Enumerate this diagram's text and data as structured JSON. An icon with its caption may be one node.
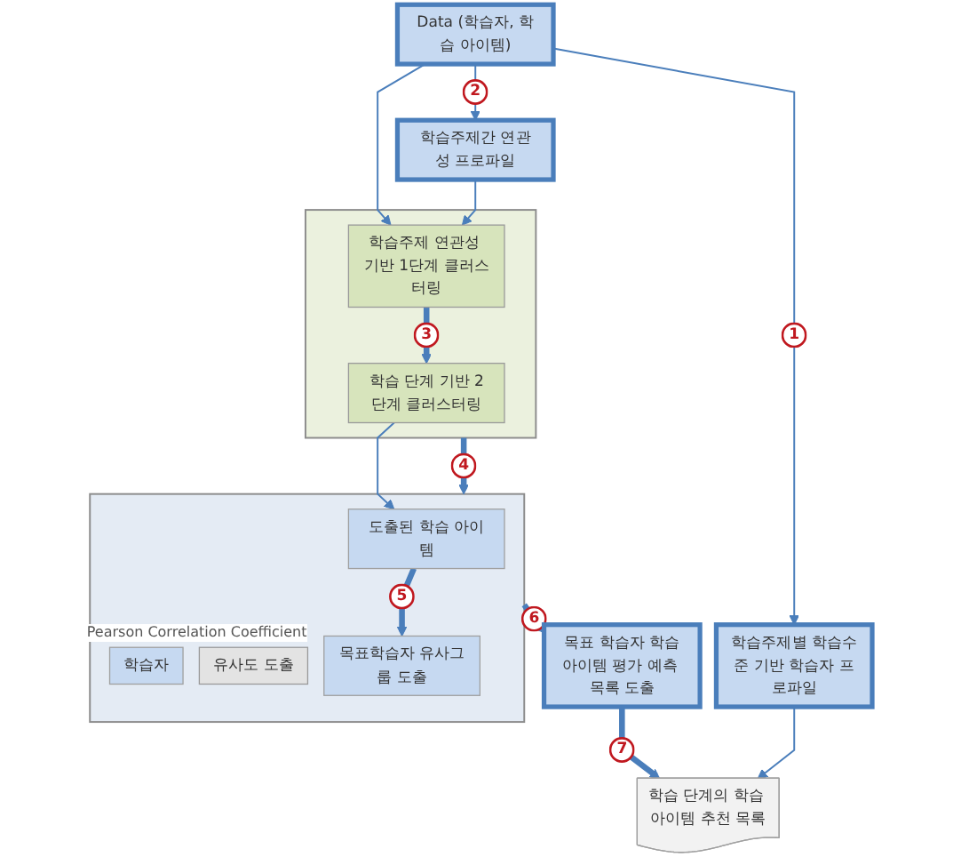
{
  "diagram": {
    "nodes": [
      {
        "text": [
          "학습주제별 학습수준 기반 학습자 프로파일"
        ]
      },
      {
        "text": [
          "Data (학습자, 학습 아이템)"
        ]
      },
      {
        "text": [
          "학습주제간 연관성 프로파일"
        ]
      },
      {
        "text": [],
        "shape": "box"
      },
      {
        "text": [
          "학습 단계 기반 2단계 클러스터링"
        ],
        "in": 3
      },
      {
        "text": [
          "학습주제 연관성 기반 1단계 클러스터링"
        ],
        "in": 3
      },
      {
        "text": [],
        "shape": "box"
      },
      {
        "text": [
          "도출된 학습 아이템"
        ],
        "in": 6
      },
      {
        "text": [
          "학습자"
        ],
        "in": 6
      },
      {
        "text": [
          "유사도 도출"
        ],
        "in": 6,
        "beside": [
          "Pearson Correlation Coefficient"
        ]
      },
      {
        "text": [
          "목표학습자 유사그룹 도출"
        ],
        "in": 6
      },
      {
        "text": [
          "목표 학습자 학습아이템 평가 예측 목록 도출"
        ]
      },
      {
        "text": [
          "학습 단계의 학습 아이템 추천 목록"
        ]
      }
    ],
    "edges": [
      {
        "from": 1,
        "to": 0,
        "arrow": "to",
        "label": "1"
      },
      {
        "from": 1,
        "to": 2,
        "arrow": "to",
        "label": "2"
      },
      {
        "from": 1,
        "to": 5,
        "arrow": "to"
      },
      {
        "from": 2,
        "to": 5,
        "arrow": "to"
      },
      {
        "from": 5,
        "to": 4,
        "arrow": "to",
        "label": "3",
        "style": "thick"
      },
      {
        "from": 4,
        "to": 7,
        "arrow": "to"
      },
      {
        "from": 3,
        "to": 6,
        "arrow": "to",
        "label": "4",
        "style": "thick"
      },
      {
        "from": 7,
        "to": 10,
        "arrow": "to",
        "label": "5",
        "style": "thick"
      },
      {
        "from": 6,
        "to": 11,
        "arrow": "to",
        "label": "6",
        "style": "thick"
      },
      {
        "from": 11,
        "to": 12,
        "arrow": "to",
        "label": "7",
        "style": "thick"
      },
      {
        "from": 0,
        "to": 12,
        "arrow": "to"
      }
    ]
  }
}
